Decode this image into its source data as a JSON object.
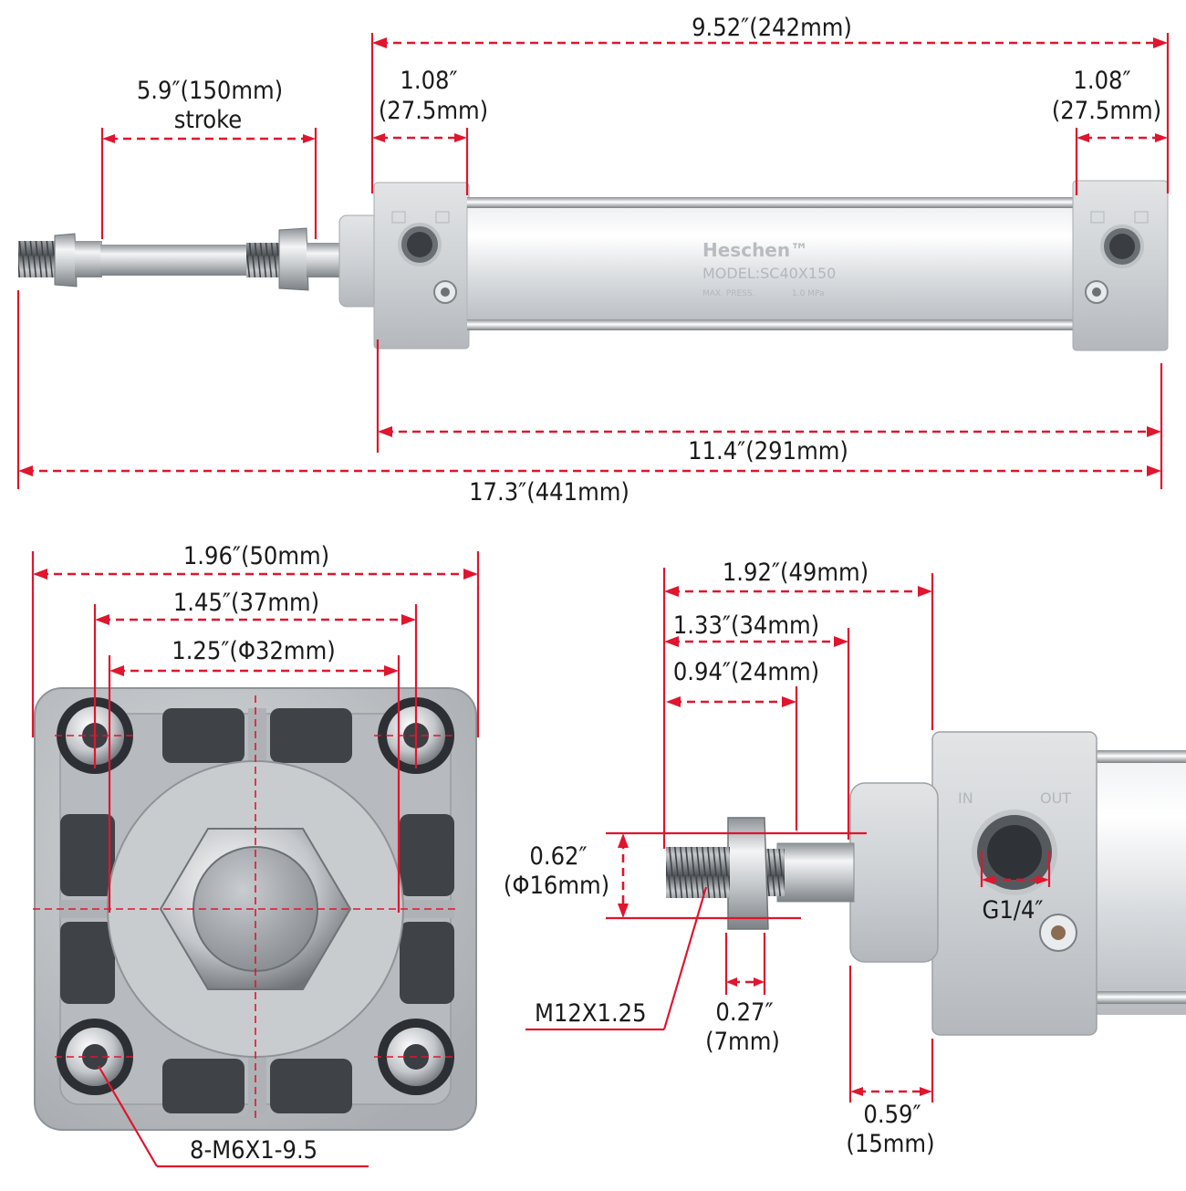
{
  "product": {
    "brand": "Heschen™",
    "model": "MODEL:SC40X150",
    "pressure_label": "MAX. PRESS.",
    "pressure_value": "1.0 MPa",
    "port_marks": {
      "in": "IN",
      "out": "OUT"
    }
  },
  "side_view": {
    "overall_body": "9.52″(242mm)",
    "cap_left": [
      "1.08″",
      "(27.5mm)"
    ],
    "cap_right": [
      "1.08″",
      "(27.5mm)"
    ],
    "stroke": [
      "5.9″(150mm)",
      "stroke"
    ],
    "mount_span": "11.4″(291mm)",
    "overall_extended": "17.3″(441mm)"
  },
  "end_view": {
    "width": "1.96″(50mm)",
    "hole_spacing": "1.45″(37mm)",
    "bore": "1.25″(Φ32mm)",
    "mount_thread": "8-M6X1-9.5"
  },
  "rod_detail": {
    "rod_total": "1.92″(49mm)",
    "rod_to_nut_face": "1.33″(34mm)",
    "thread_length": "0.94″(24mm)",
    "thread_dia": [
      "0.62″",
      "(Φ16mm)"
    ],
    "thread_spec": "M12X1.25",
    "nut_thickness": [
      "0.27″",
      "(7mm)"
    ],
    "port": "G1/4″",
    "boss_length": [
      "0.59″",
      "(15mm)"
    ]
  },
  "colors": {
    "dimension": "#e0152e",
    "text": "#1a1a1a",
    "aluminum": "#d4d7da",
    "steel": "#b8bcc0"
  }
}
